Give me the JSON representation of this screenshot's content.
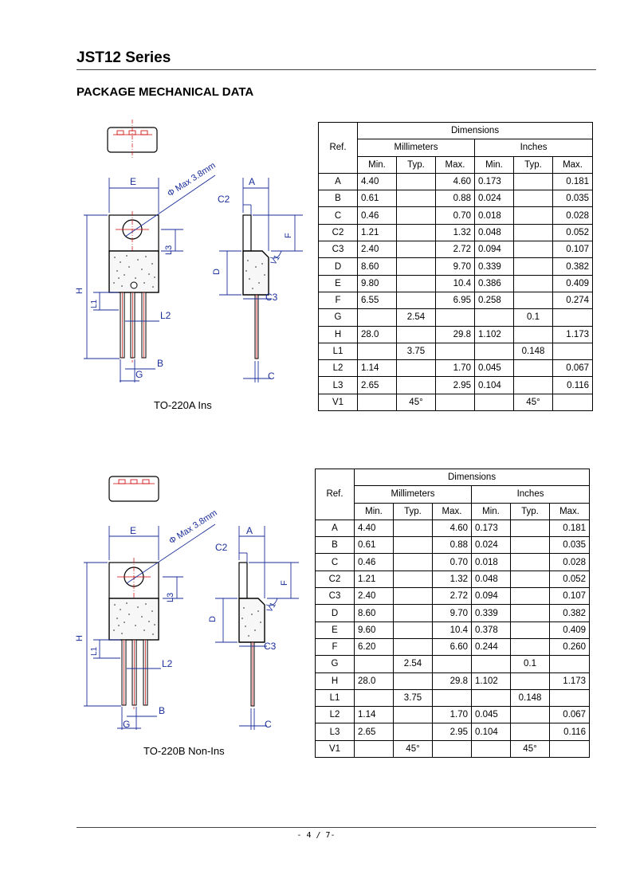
{
  "header": {
    "series_title": "JST12 Series",
    "section_title": "PACKAGE MECHANICAL DATA"
  },
  "footer": {
    "page": "- 4 / 7-"
  },
  "drawing_labels": {
    "E": "E",
    "A": "A",
    "C2": "C2",
    "F": "F",
    "L3": "L3",
    "D": "D",
    "V1": "V1",
    "C3": "C3",
    "H": "H",
    "L1": "L1",
    "L2": "L2",
    "B": "B",
    "G": "G",
    "C": "C",
    "hole": "Φ Max 3.8mm"
  },
  "packages": [
    {
      "caption": "TO-220A Ins",
      "table": {
        "dimensions": "Dimensions",
        "ref": "Ref.",
        "millimeters": "Millimeters",
        "inches": "Inches",
        "min": "Min.",
        "typ": "Typ.",
        "max": "Max.",
        "rows": [
          [
            "A",
            "4.40",
            "",
            "4.60",
            "0.173",
            "",
            "0.181"
          ],
          [
            "B",
            "0.61",
            "",
            "0.88",
            "0.024",
            "",
            "0.035"
          ],
          [
            "C",
            "0.46",
            "",
            "0.70",
            "0.018",
            "",
            "0.028"
          ],
          [
            "C2",
            "1.21",
            "",
            "1.32",
            "0.048",
            "",
            "0.052"
          ],
          [
            "C3",
            "2.40",
            "",
            "2.72",
            "0.094",
            "",
            "0.107"
          ],
          [
            "D",
            "8.60",
            "",
            "9.70",
            "0.339",
            "",
            "0.382"
          ],
          [
            "E",
            "9.80",
            "",
            "10.4",
            "0.386",
            "",
            "0.409"
          ],
          [
            "F",
            "6.55",
            "",
            "6.95",
            "0.258",
            "",
            "0.274"
          ],
          [
            "G",
            "",
            "2.54",
            "",
            "",
            "0.1",
            ""
          ],
          [
            "H",
            "28.0",
            "",
            "29.8",
            "1.102",
            "",
            "1.173"
          ],
          [
            "L1",
            "",
            "3.75",
            "",
            "",
            "0.148",
            ""
          ],
          [
            "L2",
            "1.14",
            "",
            "1.70",
            "0.045",
            "",
            "0.067"
          ],
          [
            "L3",
            "2.65",
            "",
            "2.95",
            "0.104",
            "",
            "0.116"
          ],
          [
            "V1",
            "",
            "45°",
            "",
            "",
            "45°",
            ""
          ]
        ]
      }
    },
    {
      "caption": "TO-220B Non-Ins",
      "table": {
        "dimensions": "Dimensions",
        "ref": "Ref.",
        "millimeters": "Millimeters",
        "inches": "Inches",
        "min": "Min.",
        "typ": "Typ.",
        "max": "Max.",
        "rows": [
          [
            "A",
            "4.40",
            "",
            "4.60",
            "0.173",
            "",
            "0.181"
          ],
          [
            "B",
            "0.61",
            "",
            "0.88",
            "0.024",
            "",
            "0.035"
          ],
          [
            "C",
            "0.46",
            "",
            "0.70",
            "0.018",
            "",
            "0.028"
          ],
          [
            "C2",
            "1.21",
            "",
            "1.32",
            "0.048",
            "",
            "0.052"
          ],
          [
            "C3",
            "2.40",
            "",
            "2.72",
            "0.094",
            "",
            "0.107"
          ],
          [
            "D",
            "8.60",
            "",
            "9.70",
            "0.339",
            "",
            "0.382"
          ],
          [
            "E",
            "9.60",
            "",
            "10.4",
            "0.378",
            "",
            "0.409"
          ],
          [
            "F",
            "6.20",
            "",
            "6.60",
            "0.244",
            "",
            "0.260"
          ],
          [
            "G",
            "",
            "2.54",
            "",
            "",
            "0.1",
            ""
          ],
          [
            "H",
            "28.0",
            "",
            "29.8",
            "1.102",
            "",
            "1.173"
          ],
          [
            "L1",
            "",
            "3.75",
            "",
            "",
            "0.148",
            ""
          ],
          [
            "L2",
            "1.14",
            "",
            "1.70",
            "0.045",
            "",
            "0.067"
          ],
          [
            "L3",
            "2.65",
            "",
            "2.95",
            "0.104",
            "",
            "0.116"
          ],
          [
            "V1",
            "",
            "45°",
            "",
            "",
            "45°",
            ""
          ]
        ]
      }
    }
  ]
}
